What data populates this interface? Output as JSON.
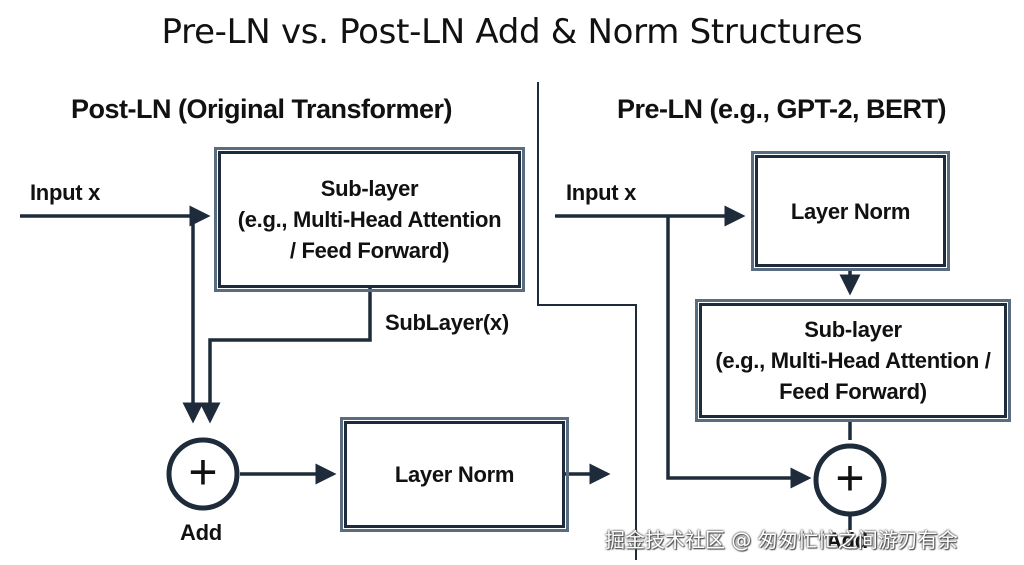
{
  "title": "Pre-LN vs. Post-LN Add & Norm Structures",
  "post_ln": {
    "heading": "Post-LN (Original Transformer)",
    "input_label": "Input x",
    "sublayer_box": "Sub-layer\n(e.g., Multi-Head Attention\n/ Feed Forward)",
    "sublayer_output_label": "SubLayer(x)",
    "add_symbol": "+",
    "add_label": "Add",
    "layer_norm_box": "Layer Norm"
  },
  "pre_ln": {
    "heading": "Pre-LN (e.g., GPT-2, BERT)",
    "input_label": "Input x",
    "layer_norm_box": "Layer Norm",
    "sublayer_box": "Sub-layer\n(e.g., Multi-Head Attention /\nFeed Forward)",
    "add_symbol": "+",
    "add_label": "Add"
  },
  "watermark": "掘金技术社区 @ 匆匆忙忙之间游刃有余",
  "colors": {
    "line": "#1d2b3a",
    "box_outer": "#5a6c80",
    "text": "#111111"
  }
}
